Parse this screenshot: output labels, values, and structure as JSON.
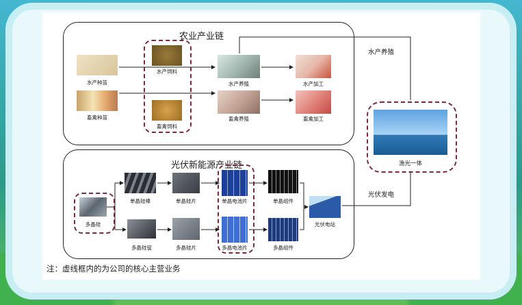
{
  "diagram": {
    "agri_chain": {
      "title": "农业产业链",
      "nodes": {
        "aqua_seed": "水产种苗",
        "aqua_feed": "水产饲料",
        "aqua_farming": "水产养殖",
        "aqua_processing": "水产加工",
        "livestock_seed": "畜禽种苗",
        "livestock_feed": "畜禽饲料",
        "livestock_farming": "畜禽养殖",
        "livestock_processing": "畜禽加工"
      }
    },
    "pv_chain": {
      "title": "光伏新能源产业链",
      "nodes": {
        "polysilicon": "多晶硅",
        "mono_rod": "单晶硅棒",
        "mono_wafer": "单晶硅片",
        "mono_cell": "单晶电池片",
        "mono_module": "单晶组件",
        "multi_ingot": "多晶硅锭",
        "multi_wafer": "多晶硅片",
        "multi_cell": "多晶电池片",
        "multi_module": "多晶组件",
        "pv_station": "光伏电站"
      }
    },
    "integration": {
      "label": "渔光一体",
      "link_aqua": "水产养殖",
      "link_pv": "光伏发电"
    },
    "note": "注：虚线框内的为公司的核心主营业务",
    "colors": {
      "dashed_frame": "#7d2a3b",
      "box_border": "#222222",
      "frame_bg": "#e9f8fb"
    }
  }
}
